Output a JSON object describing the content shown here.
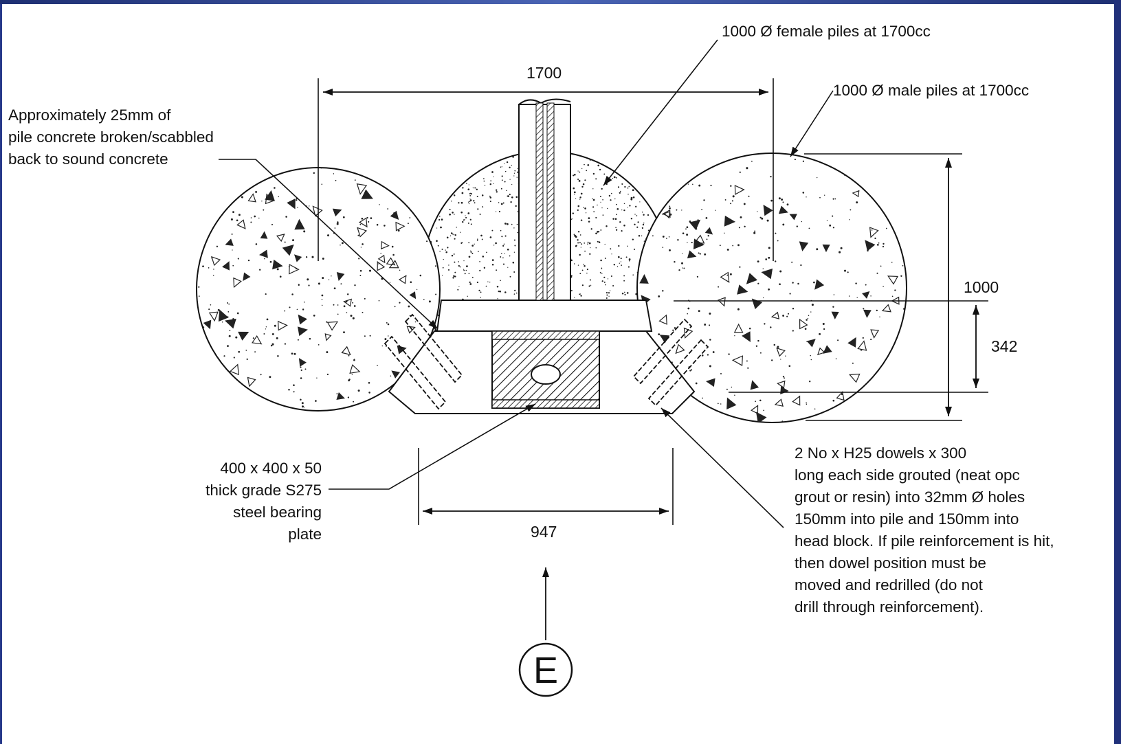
{
  "labels": {
    "female_piles": "1000 Ø female piles at 1700cc",
    "male_piles": "1000 Ø male piles at 1700cc",
    "scabbled": [
      "Approximately 25mm of",
      "pile concrete broken/scabbled",
      "back to sound concrete"
    ],
    "bearing_plate": [
      "400 x 400 x 50",
      "thick grade S275",
      "steel bearing",
      "plate"
    ],
    "dowels": [
      "2 No x H25 dowels x 300",
      "long each side grouted (neat opc",
      "grout or resin) into 32mm Ø holes",
      "150mm into pile and 150mm into",
      "head block. If pile reinforcement is hit,",
      "then dowel position must be",
      "moved and redrilled (do not",
      "drill through reinforcement)."
    ]
  },
  "dimensions": {
    "pile_spacing": "1700",
    "pile_diameter": "1000",
    "head_block_depth": "342",
    "head_block_width": "947"
  },
  "section_marker": "E",
  "colors": {
    "line": "#111111",
    "frame_accent": "#2b3d8f"
  }
}
